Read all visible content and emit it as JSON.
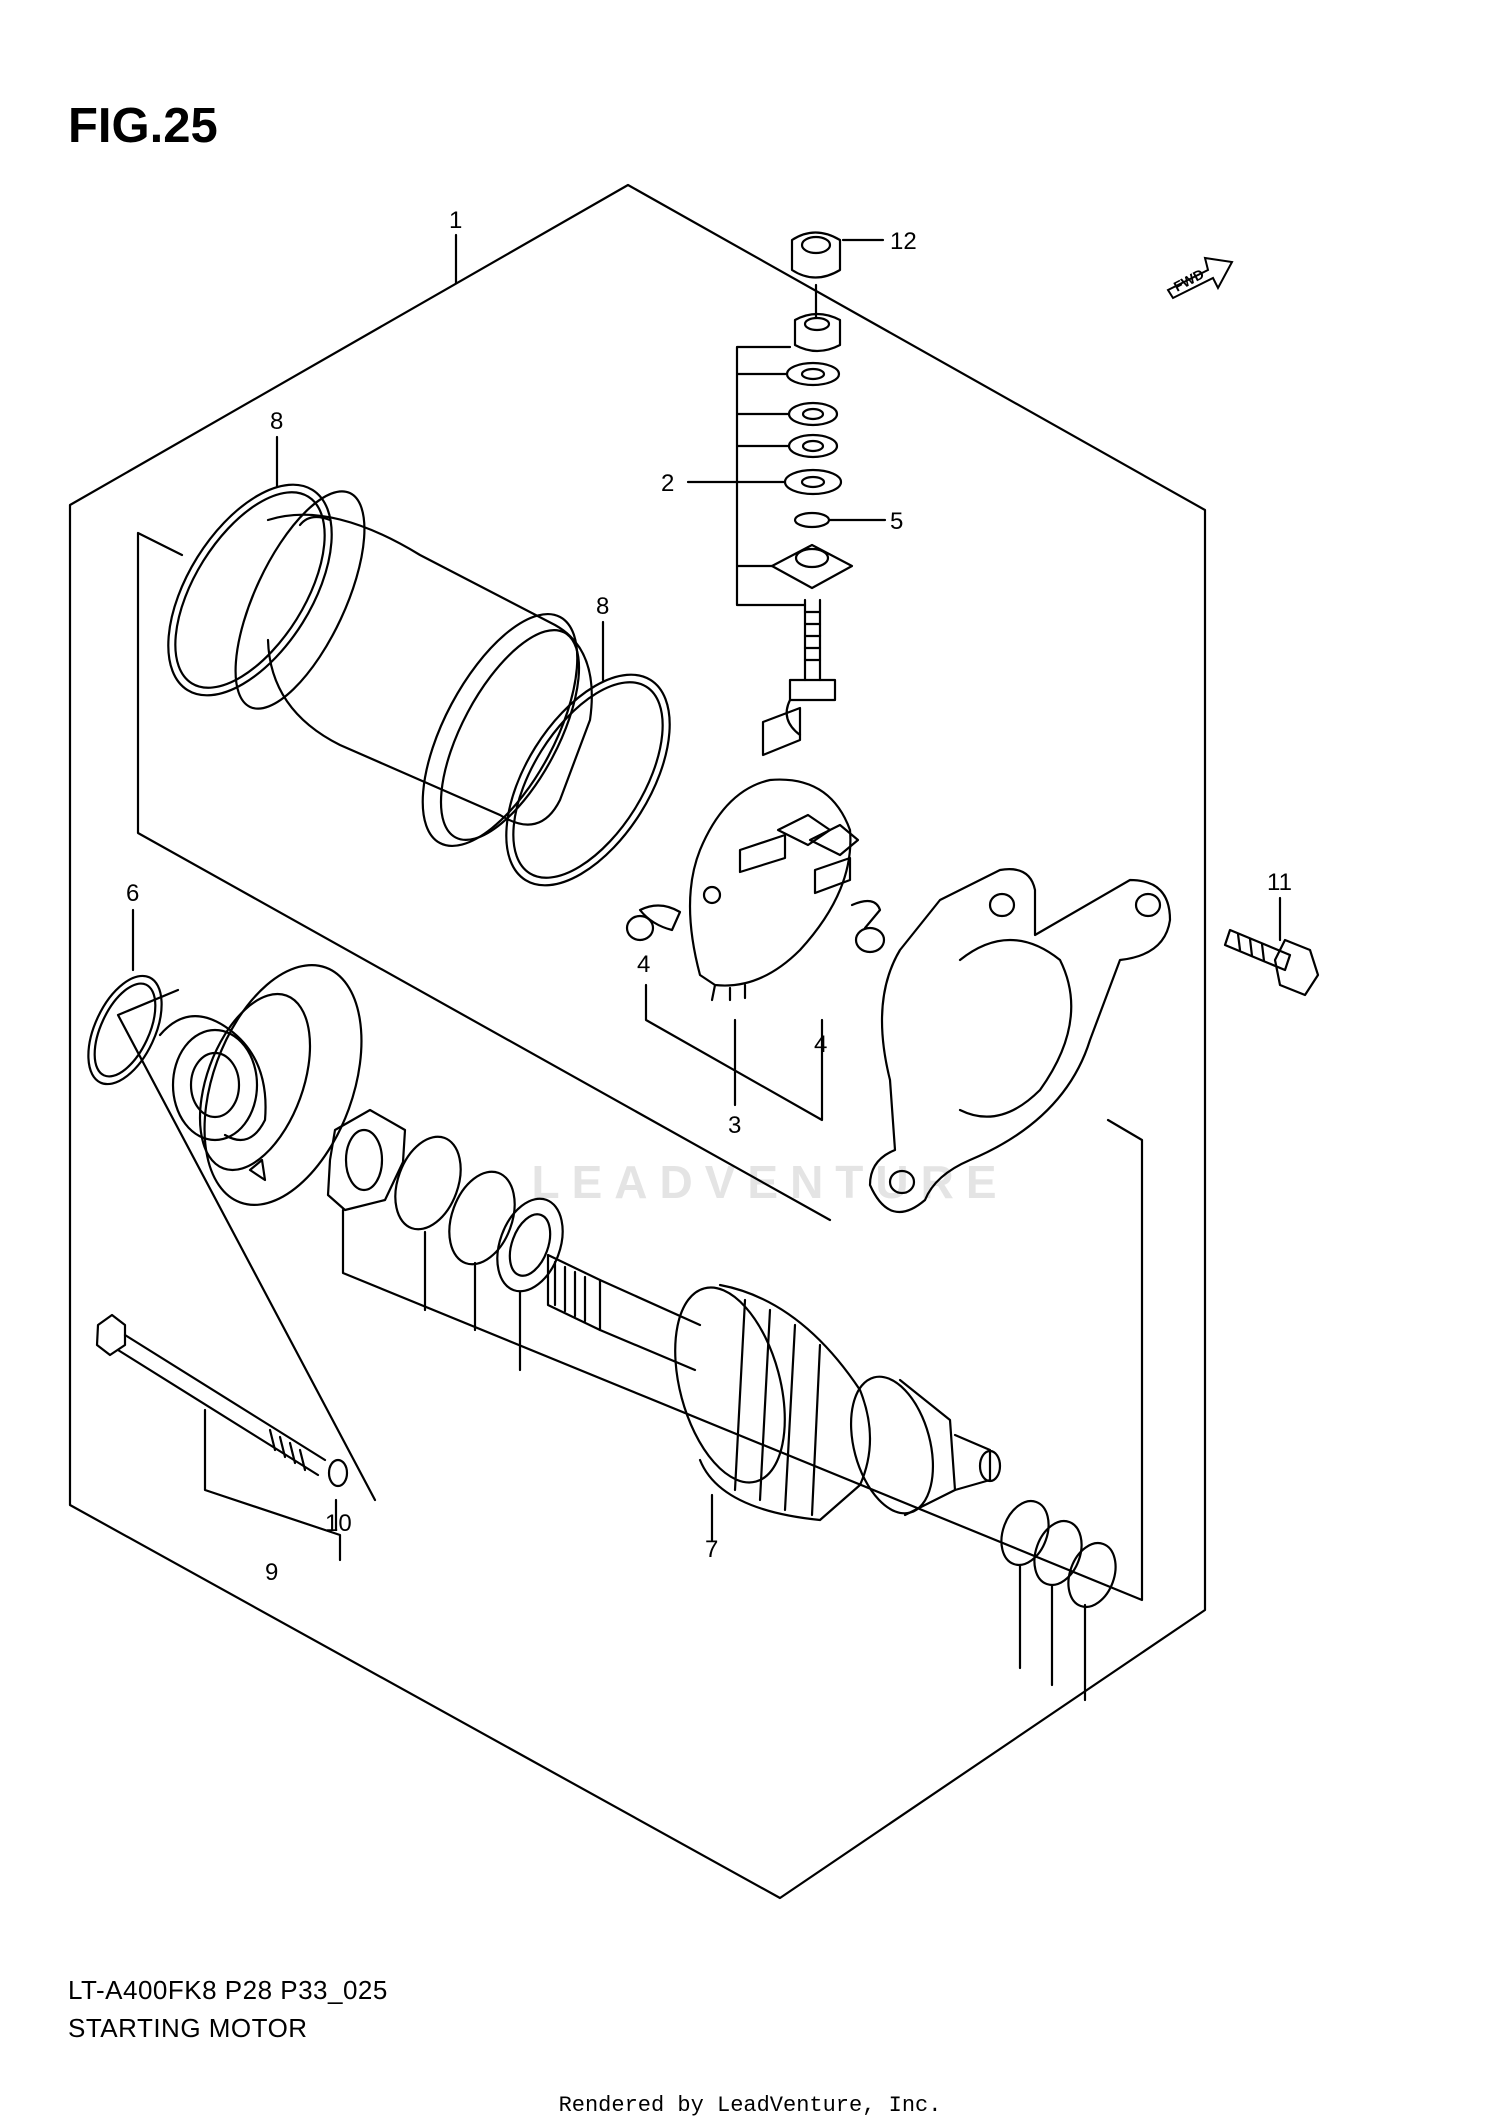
{
  "figure": {
    "title": "FIG.25"
  },
  "fwd_label": "FWD",
  "watermark": "LEADVENTURE",
  "callouts": {
    "c1": "1",
    "c2": "2",
    "c3": "3",
    "c4a": "4",
    "c4b": "4",
    "c5": "5",
    "c6": "6",
    "c7": "7",
    "c8a": "8",
    "c8b": "8",
    "c9": "9",
    "c10": "10",
    "c11": "11",
    "c12": "12"
  },
  "footer": {
    "model_code": "LT-A400FK8 P28 P33_025",
    "section_name": "STARTING MOTOR",
    "rendered_by": "Rendered by LeadVenture, Inc."
  }
}
